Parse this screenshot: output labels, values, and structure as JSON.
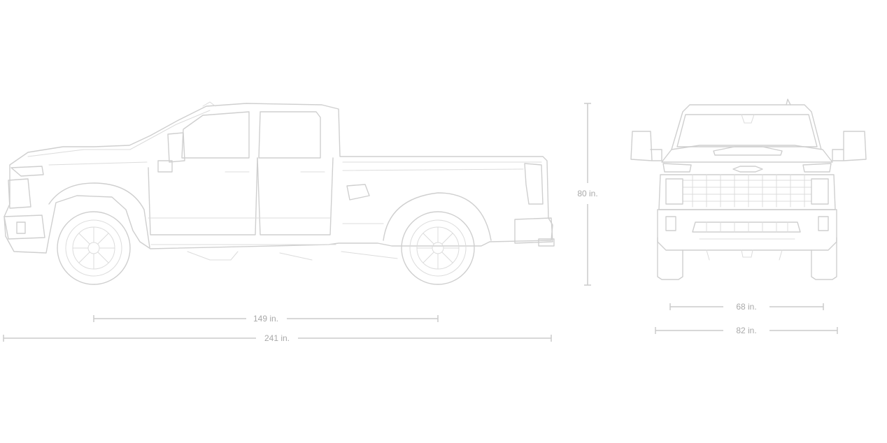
{
  "dimensions": {
    "wheelbase": "149 in.",
    "overall_length": "241 in.",
    "overall_height": "80 in.",
    "track_width": "68 in.",
    "overall_width": "82 in."
  },
  "colors": {
    "line": "#cfcfcf",
    "dimension_text": "#a9a9a9"
  }
}
